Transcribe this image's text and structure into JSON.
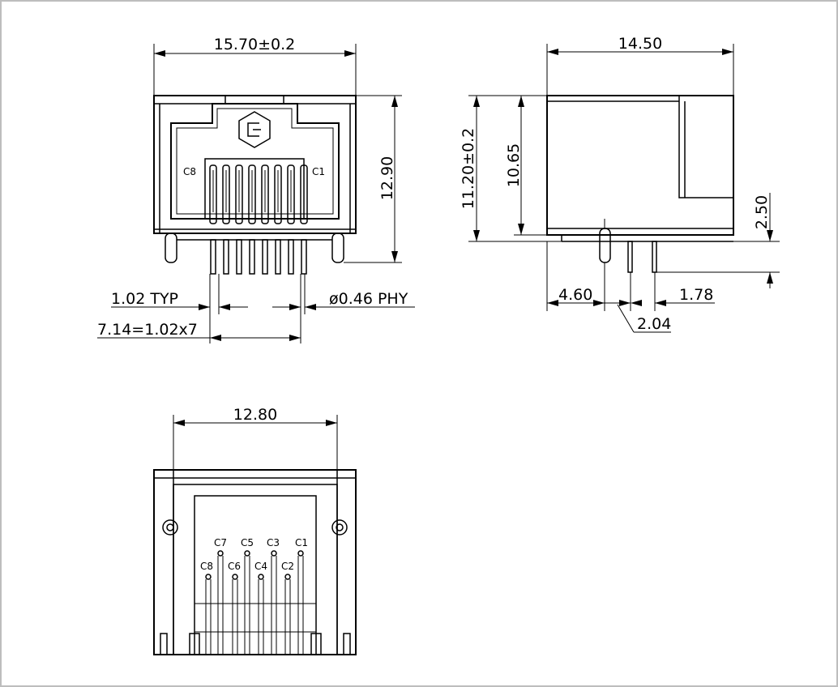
{
  "front_view": {
    "width_dim": "15.70±0.2",
    "height_dim": "12.90",
    "pitch_dim": "1.02 TYP",
    "pin_dia_dim": "ø0.46 PHY",
    "span_dim": "7.14=1.02x7",
    "contact_left": "C8",
    "contact_right": "C1"
  },
  "side_view": {
    "length_dim": "14.50",
    "height_total_dim": "11.20±0.2",
    "height_body_dim": "10.65",
    "standoff_dim": "2.50",
    "offset_dim": "4.60",
    "pin_spacing_dim": "2.04",
    "pin_pitch_dim": "1.78"
  },
  "bottom_view": {
    "width_dim": "12.80",
    "contacts_top": [
      "C7",
      "C5",
      "C3",
      "C1"
    ],
    "contacts_bottom": [
      "C8",
      "C6",
      "C4",
      "C2"
    ]
  }
}
